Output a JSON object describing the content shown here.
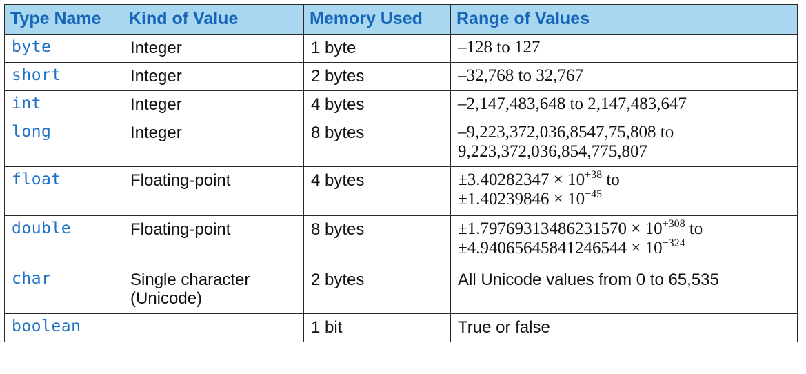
{
  "headers": {
    "type_name": "Type Name",
    "kind_of_value": "Kind of Value",
    "memory_used": "Memory Used",
    "range_of_values": "Range of Values"
  },
  "rows": [
    {
      "type": "byte",
      "kind": [
        "Integer"
      ],
      "memory": "1 byte",
      "range": [
        {
          "text": "–128 to 127"
        }
      ]
    },
    {
      "type": "short",
      "kind": [
        "Integer"
      ],
      "memory": "2 bytes",
      "range": [
        {
          "text": "–32,768 to 32,767"
        }
      ]
    },
    {
      "type": "int",
      "kind": [
        "Integer"
      ],
      "memory": "4 bytes",
      "range": [
        {
          "text": "–2,147,483,648 to 2,147,483,647"
        }
      ]
    },
    {
      "type": "long",
      "kind": [
        "Integer"
      ],
      "memory": "8 bytes",
      "range": [
        {
          "text": "–9,223,372,036,8547,75,808 to"
        },
        {
          "text": " 9,223,372,036,854,775,807"
        }
      ]
    },
    {
      "type": "float",
      "kind": [
        "Floating-point"
      ],
      "memory": "4 bytes",
      "range": [
        {
          "base": "±3.40282347 × 10",
          "exp": "+38",
          "tail": " to"
        },
        {
          "base": "±1.40239846 × 10",
          "exp": "−45",
          "tail": ""
        }
      ]
    },
    {
      "type": "double",
      "kind": [
        "Floating-point"
      ],
      "memory": "8 bytes",
      "range": [
        {
          "base": "±1.79769313486231570 × 10",
          "exp": "+308",
          "tail": " to"
        },
        {
          "base": "±4.94065645841246544 × 10",
          "exp": "−324",
          "tail": ""
        }
      ]
    },
    {
      "type": "char",
      "kind": [
        "Single character",
        "(Unicode)"
      ],
      "memory": "2 bytes",
      "range_sans": true,
      "range": [
        {
          "text": "All Unicode values from 0 to 65,535"
        }
      ]
    },
    {
      "type": "boolean",
      "kind": [
        ""
      ],
      "memory": "1 bit",
      "range_sans": true,
      "range": [
        {
          "text": "True or false"
        }
      ]
    }
  ]
}
